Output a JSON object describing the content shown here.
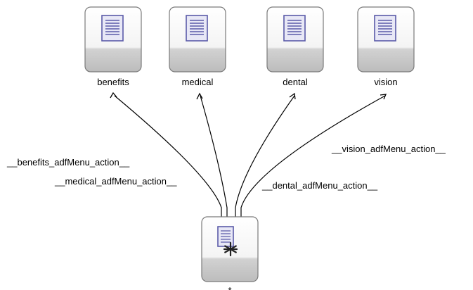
{
  "diagram": {
    "nodes": [
      {
        "id": "benefits",
        "label": "benefits",
        "icon": "page-icon"
      },
      {
        "id": "medical",
        "label": "medical",
        "icon": "page-icon"
      },
      {
        "id": "dental",
        "label": "dental",
        "icon": "page-icon"
      },
      {
        "id": "vision",
        "label": "vision",
        "icon": "page-icon"
      }
    ],
    "source": {
      "id": "wildcard",
      "label": "*",
      "icon": "wildcard-page-icon"
    },
    "edges": [
      {
        "from": "wildcard",
        "to": "benefits",
        "label": "__benefits_adfMenu_action__"
      },
      {
        "from": "wildcard",
        "to": "medical",
        "label": "__medical_adfMenu_action__"
      },
      {
        "from": "wildcard",
        "to": "dental",
        "label": "__dental_adfMenu_action__"
      },
      {
        "from": "wildcard",
        "to": "vision",
        "label": "__vision_adfMenu_action__"
      }
    ],
    "colors": {
      "box_top": "#ffffff",
      "box_bottom": "#c8c8c8",
      "box_border": "#7a7a7a",
      "icon_fill": "#e8e8f6",
      "icon_border": "#5a5aa8",
      "edge": "#000000"
    }
  }
}
